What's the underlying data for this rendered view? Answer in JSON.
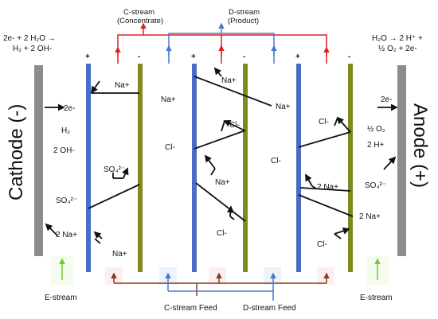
{
  "header": {
    "c_stream": "C-stream",
    "c_stream_sub": "(Concentrate)",
    "d_stream": "D-stream",
    "d_stream_sub": "(Product)"
  },
  "footer": {
    "c_feed": "C-stream Feed",
    "d_feed": "D-stream Feed",
    "e_stream_left": "E-stream",
    "e_stream_right": "E-stream"
  },
  "electrodes": {
    "cathode": "Cathode (-)",
    "anode": "Anode (+)"
  },
  "reactions": {
    "cathode_line1": "2e- + 2 H₂O →",
    "cathode_line2": "H₂ + 2 OH-",
    "anode_line1": "H₂O  → 2 H⁺ +",
    "anode_line2": "½ O₂ + 2e-"
  },
  "polarity": {
    "m1": "+",
    "m2": "-",
    "m3": "+",
    "m4": "-",
    "m5": "+",
    "m6": "-"
  },
  "ions": {
    "cat_2e": "2e-",
    "cat_h2": "H₂",
    "cat_2oh": "2 OH-",
    "cat_so4": "SO₄²⁻",
    "cat_2na": "2 Na+",
    "na_top": "Na+",
    "na_right": "Na+",
    "na_bottom": "Na+",
    "so4_mid": "SO₄²⁻",
    "c2_na_top": "Na+",
    "c2_na_right": "Na+",
    "c2_cl": "Cl-",
    "c2_cl_left": "Cl-",
    "c2_na_mid": "Na+",
    "c2_cl_bottom": "Cl-",
    "c3_cl_right": "Cl-",
    "c3_cl": "Cl-",
    "c3_2na": "2 Na+",
    "c3_2na_right": "2 Na+",
    "c3_cl_bottom": "Cl-",
    "an_2e": "2e-",
    "an_o2": "½ O₂",
    "an_2h": "2 H+",
    "an_so4": "SO₄²⁻"
  },
  "colors": {
    "electrode": "#8c8c8c",
    "cation_membrane": "#4a6cc4",
    "anion_membrane": "#7f8a1a",
    "c_stream": "#e02020",
    "d_stream": "#4a78d0",
    "feed_c": "#8b3a1a",
    "e_stream": "#6ecb2a"
  }
}
